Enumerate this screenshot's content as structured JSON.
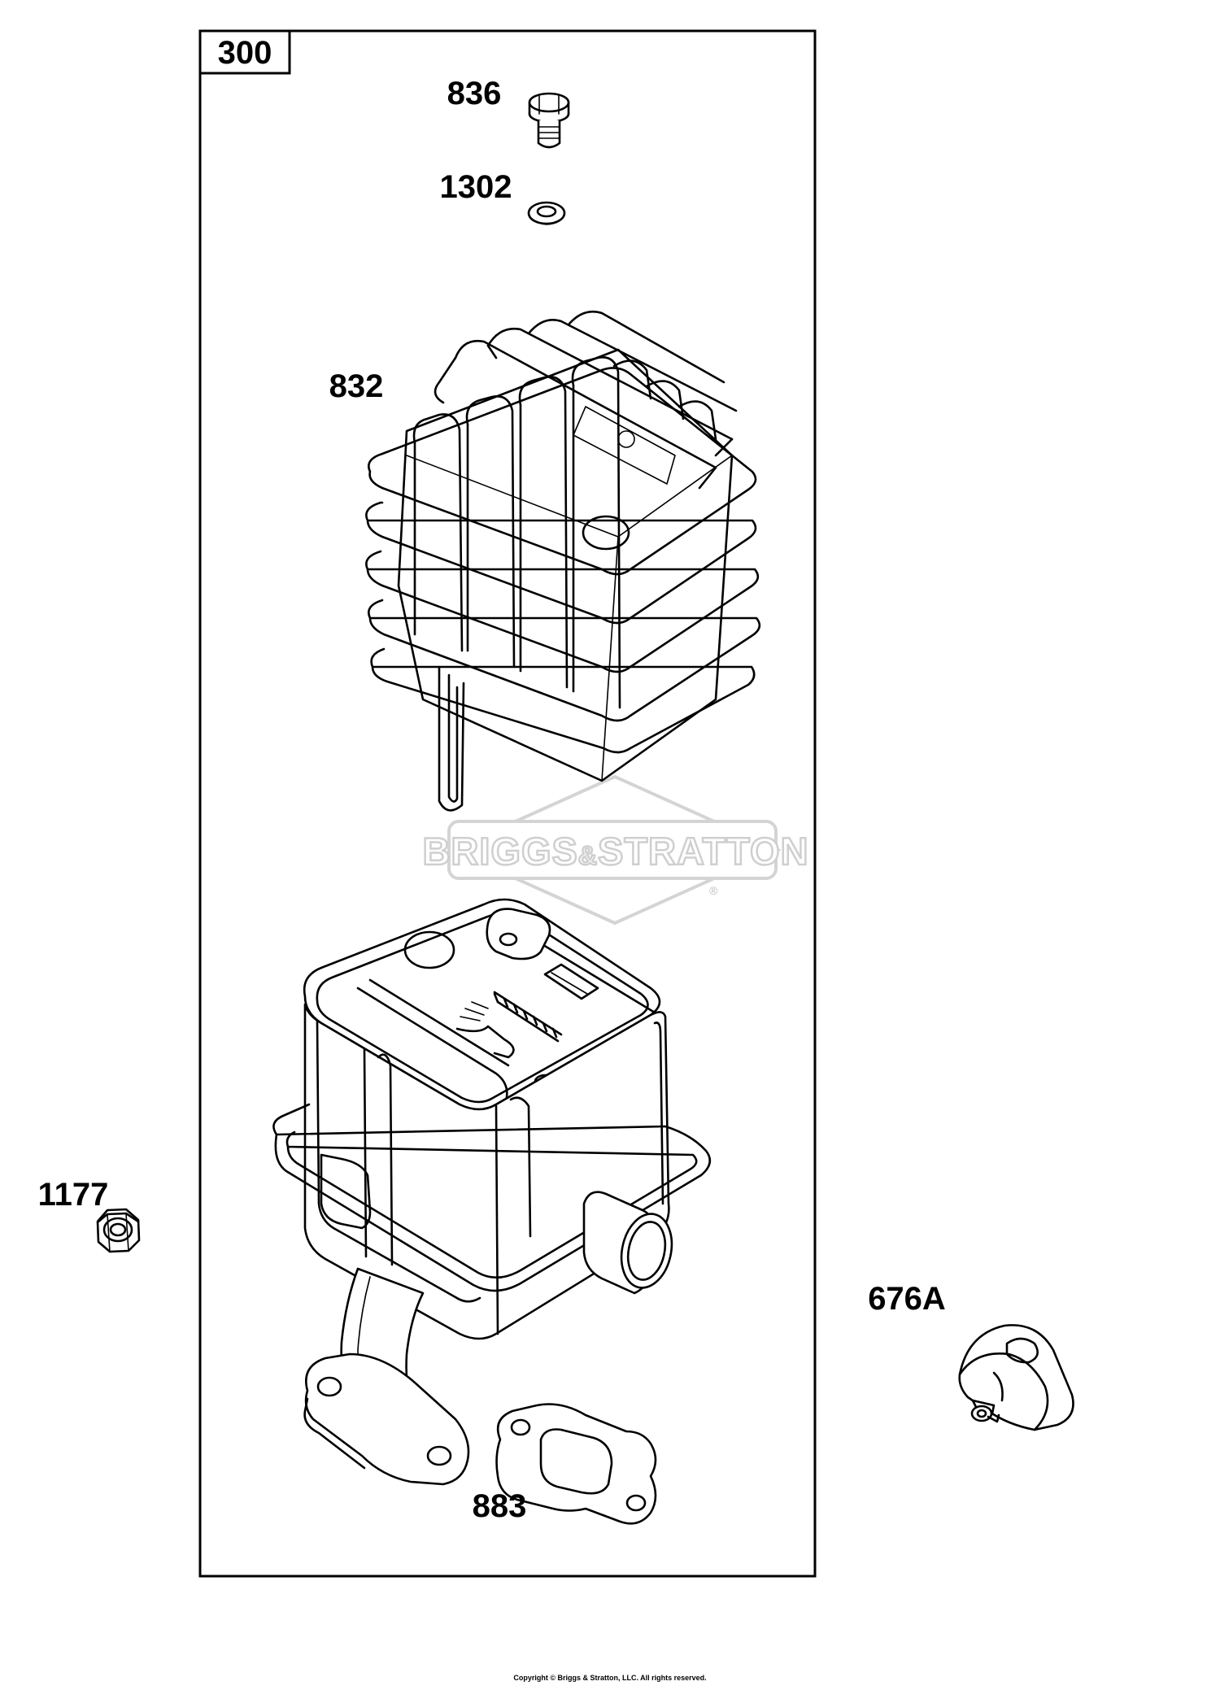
{
  "diagram_number": "300",
  "watermark": {
    "brand_left": "BRIGGS",
    "brand_amp": "&",
    "brand_right": "STRATTON",
    "registered": "®"
  },
  "parts": [
    {
      "id": "836",
      "description": "bolt"
    },
    {
      "id": "1302",
      "description": "lock washer"
    },
    {
      "id": "832",
      "description": "muffler guard"
    },
    {
      "id": "1177",
      "description": "nut"
    },
    {
      "id": "676A",
      "description": "deflector"
    },
    {
      "id": "883",
      "description": "exhaust gasket"
    }
  ],
  "copyright": "Copyright © Briggs & Stratton, LLC. All rights reserved."
}
